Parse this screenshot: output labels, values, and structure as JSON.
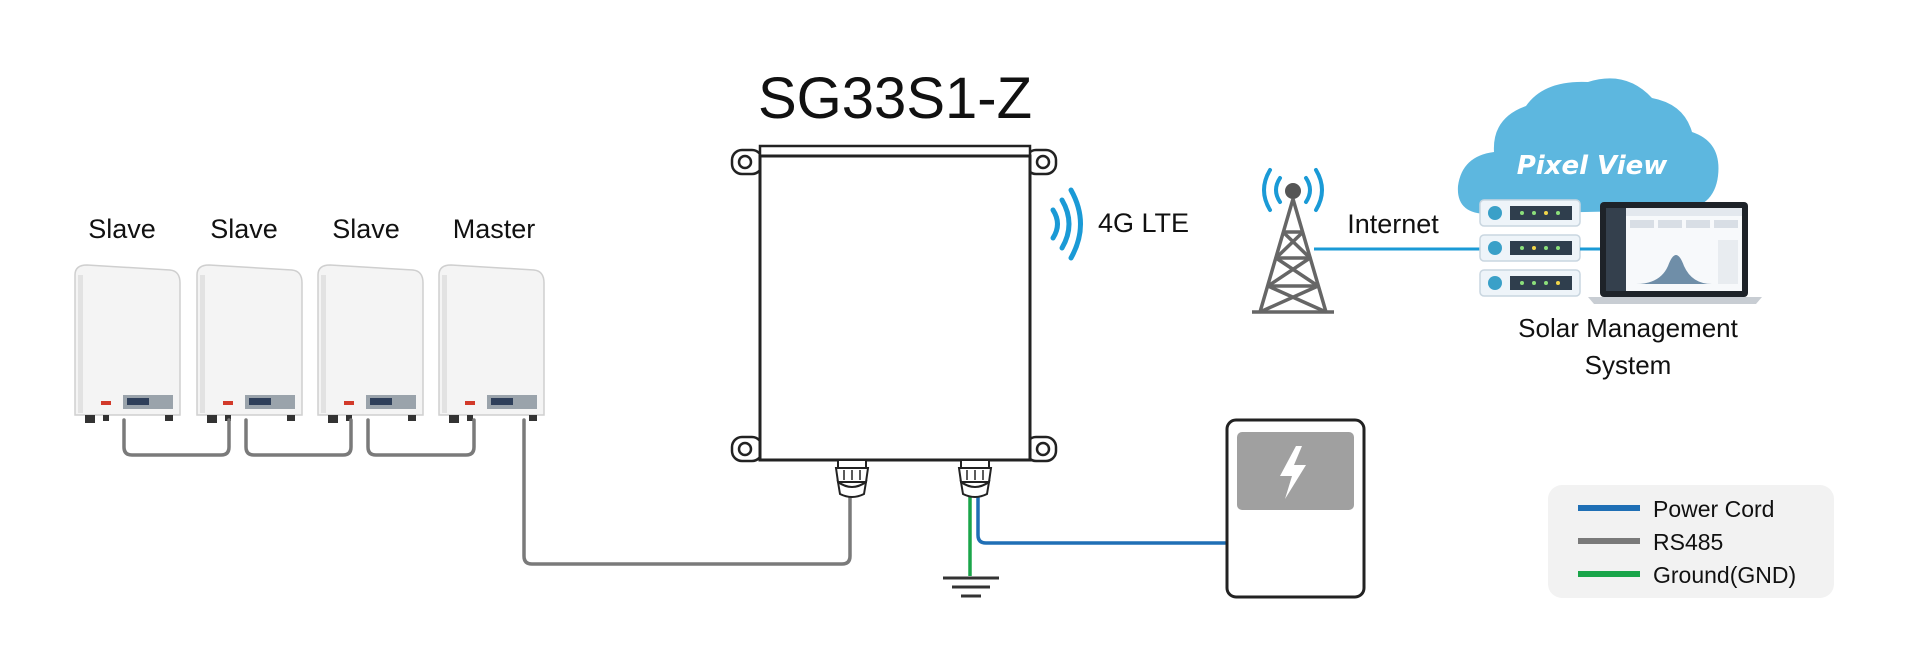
{
  "title": "SG33S1-Z",
  "inverters": [
    {
      "role": "Slave"
    },
    {
      "role": "Slave"
    },
    {
      "role": "Slave"
    },
    {
      "role": "Master"
    }
  ],
  "wireless_label": "4G LTE",
  "internet_label": "Internet",
  "cloud": {
    "brand": "Pixel View"
  },
  "management": {
    "line1": "Solar Management",
    "line2": "System"
  },
  "legend": [
    {
      "label": "Power Cord",
      "color": "#1f6fb5"
    },
    {
      "label": "RS485",
      "color": "#7a7a7a"
    },
    {
      "label": "Ground(GND)",
      "color": "#1aa54a"
    }
  ],
  "colors": {
    "accent_blue": "#1a9ad6",
    "power": "#1f6fb5",
    "rs485": "#7a7a7a",
    "ground": "#1aa54a",
    "cloud": "#5db7df"
  }
}
